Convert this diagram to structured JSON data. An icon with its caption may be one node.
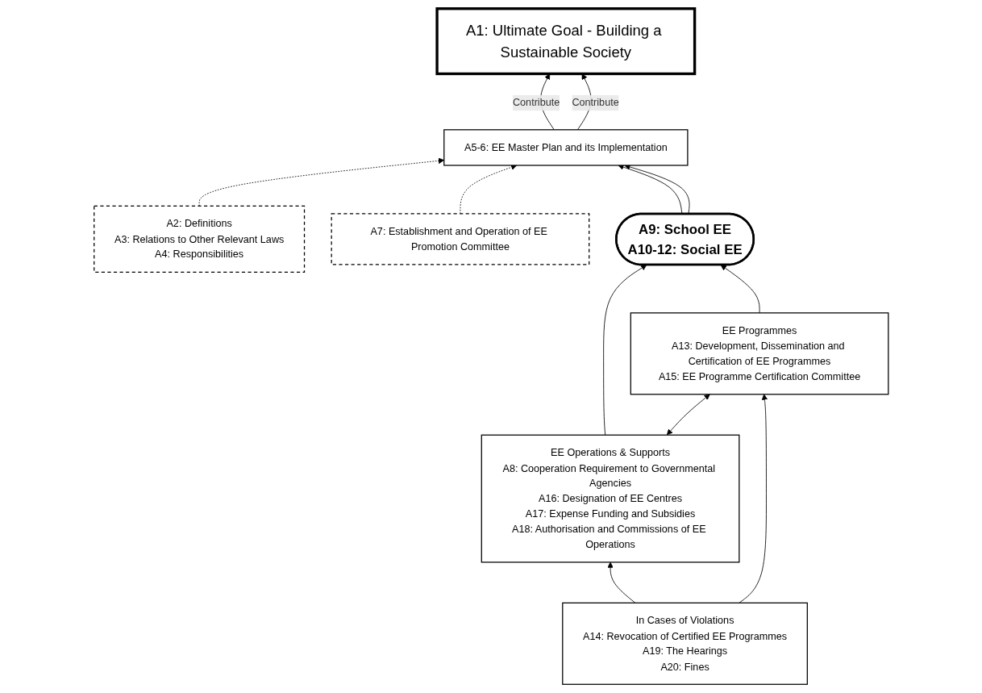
{
  "diagram": {
    "nodes": [
      {
        "text": [
          "A1: Ultimate Goal - Building a Sustainable Society"
        ]
      },
      {
        "text": [
          "A2: Definitions",
          "A3: Relations to Other Relevant Laws",
          "A4: Responsibilities"
        ]
      },
      {
        "text": [
          "A5-6: EE Master Plan and its Implementation"
        ]
      },
      {
        "text": [
          "A7: Establishment and Operation of EE Promotion Committee"
        ]
      },
      {
        "text": [
          "A9: School EE",
          "A10-12: Social EE"
        ]
      },
      {
        "text": [
          "EE Operations & Supports",
          "A8: Cooperation Requirement to Governmental Agencies",
          "A16: Designation of EE Centres",
          "A17: Expense Funding and Subsidies",
          "A18: Authorisation and Commissions of EE Operations"
        ]
      },
      {
        "text": [
          "EE Programmes",
          "A13: Development, Dissemination and Certification of EE Programmes",
          "A15: EE Programme Certification Committee"
        ]
      },
      {
        "text": [
          "In Cases of Violations",
          "A14: Revocation of Certified EE Programmes",
          "A19: The Hearings",
          "A20: Fines"
        ]
      }
    ],
    "edges": [
      {
        "from": 2,
        "to": 0,
        "arrow": "to",
        "label": "Contribute"
      },
      {
        "from": 2,
        "to": 0,
        "arrow": "to",
        "label": "Contribute"
      },
      {
        "from": 1,
        "to": 2,
        "arrow": "to",
        "style": "dashed"
      },
      {
        "from": 3,
        "to": 2,
        "arrow": "to",
        "style": "dashed"
      },
      {
        "from": 4,
        "to": 2,
        "arrow": "to"
      },
      {
        "from": 4,
        "to": 2,
        "arrow": "to"
      },
      {
        "from": 5,
        "to": 4,
        "arrow": "to"
      },
      {
        "from": 6,
        "to": 4,
        "arrow": "to"
      },
      {
        "from": 5,
        "to": 6,
        "arrow": "both"
      },
      {
        "from": 7,
        "to": 6,
        "arrow": "to"
      },
      {
        "from": 7,
        "to": 5,
        "arrow": "to"
      }
    ]
  }
}
